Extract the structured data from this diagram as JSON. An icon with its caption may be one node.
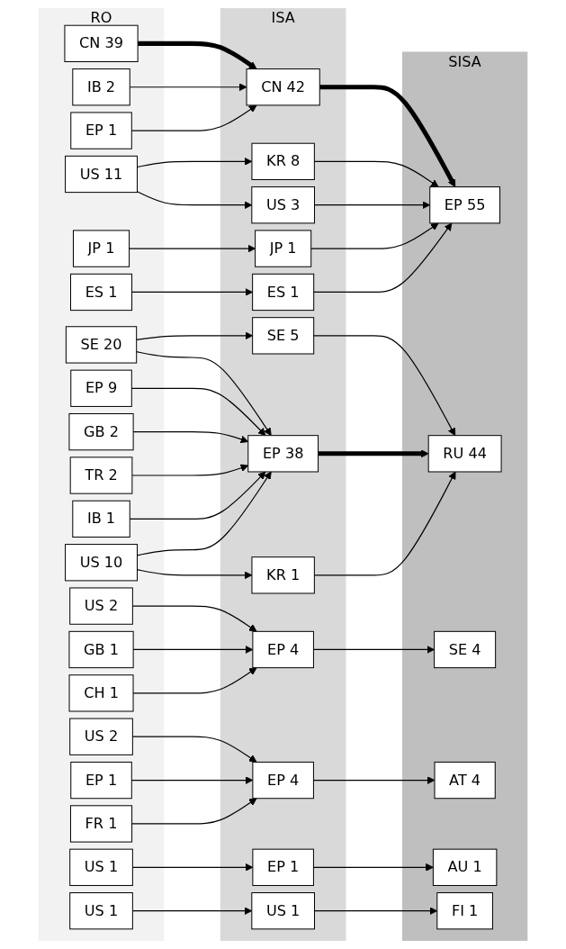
{
  "diagram": {
    "nodes": [
      {
        "text": [
          "RO"
        ]
      },
      {
        "text": [
          "ISA"
        ]
      },
      {
        "text": [
          "SISA"
        ]
      },
      {
        "text": [
          "CN 39"
        ],
        "in": 0
      },
      {
        "text": [
          "IB 2"
        ],
        "in": 0
      },
      {
        "text": [
          "EP 1"
        ],
        "in": 0
      },
      {
        "text": [
          "US 11"
        ],
        "in": 0
      },
      {
        "text": [
          "JP 1"
        ],
        "in": 0
      },
      {
        "text": [
          "ES 1"
        ],
        "in": 0
      },
      {
        "text": [
          "SE 20"
        ],
        "in": 0
      },
      {
        "text": [
          "EP 9"
        ],
        "in": 0
      },
      {
        "text": [
          "GB 2"
        ],
        "in": 0
      },
      {
        "text": [
          "TR 2"
        ],
        "in": 0
      },
      {
        "text": [
          "IB 1"
        ],
        "in": 0
      },
      {
        "text": [
          "US 10"
        ],
        "in": 0
      },
      {
        "text": [
          "US 2"
        ],
        "in": 0
      },
      {
        "text": [
          "GB 1"
        ],
        "in": 0
      },
      {
        "text": [
          "CH 1"
        ],
        "in": 0
      },
      {
        "text": [
          "US 2"
        ],
        "in": 0
      },
      {
        "text": [
          "EP 1"
        ],
        "in": 0
      },
      {
        "text": [
          "FR 1"
        ],
        "in": 0
      },
      {
        "text": [
          "US 1"
        ],
        "in": 0
      },
      {
        "text": [
          "US 1"
        ],
        "in": 0
      },
      {
        "text": [
          "CN 42"
        ],
        "in": 1
      },
      {
        "text": [
          "KR 8"
        ],
        "in": 1
      },
      {
        "text": [
          "US 3"
        ],
        "in": 1
      },
      {
        "text": [
          "JP 1"
        ],
        "in": 1
      },
      {
        "text": [
          "ES 1"
        ],
        "in": 1
      },
      {
        "text": [
          "SE 5"
        ],
        "in": 1
      },
      {
        "text": [
          "EP 38"
        ],
        "in": 1
      },
      {
        "text": [
          "KR 1"
        ],
        "in": 1
      },
      {
        "text": [
          "EP 4"
        ],
        "in": 1
      },
      {
        "text": [
          "EP 4"
        ],
        "in": 1
      },
      {
        "text": [
          "EP 1"
        ],
        "in": 1
      },
      {
        "text": [
          "US 1"
        ],
        "in": 1
      },
      {
        "text": [
          "EP 55"
        ],
        "in": 2
      },
      {
        "text": [
          "RU 44"
        ],
        "in": 2
      },
      {
        "text": [
          "SE 4"
        ],
        "in": 2
      },
      {
        "text": [
          "AT 4"
        ],
        "in": 2
      },
      {
        "text": [
          "AU 1"
        ],
        "in": 2
      },
      {
        "text": [
          "FI 1"
        ],
        "in": 2
      }
    ],
    "edges": [
      {
        "from": 3,
        "to": 23,
        "arrow": "to",
        "style": "thick"
      },
      {
        "from": 4,
        "to": 23,
        "arrow": "to"
      },
      {
        "from": 5,
        "to": 23,
        "arrow": "to"
      },
      {
        "from": 6,
        "to": 24,
        "arrow": "to"
      },
      {
        "from": 6,
        "to": 25,
        "arrow": "to"
      },
      {
        "from": 7,
        "to": 26,
        "arrow": "to"
      },
      {
        "from": 8,
        "to": 27,
        "arrow": "to"
      },
      {
        "from": 23,
        "to": 35,
        "arrow": "to",
        "style": "thick"
      },
      {
        "from": 24,
        "to": 35,
        "arrow": "to"
      },
      {
        "from": 25,
        "to": 35,
        "arrow": "to"
      },
      {
        "from": 26,
        "to": 35,
        "arrow": "to"
      },
      {
        "from": 27,
        "to": 35,
        "arrow": "to"
      },
      {
        "from": 9,
        "to": 28,
        "arrow": "to"
      },
      {
        "from": 9,
        "to": 29,
        "arrow": "to"
      },
      {
        "from": 10,
        "to": 29,
        "arrow": "to"
      },
      {
        "from": 11,
        "to": 29,
        "arrow": "to"
      },
      {
        "from": 12,
        "to": 29,
        "arrow": "to"
      },
      {
        "from": 13,
        "to": 29,
        "arrow": "to"
      },
      {
        "from": 14,
        "to": 29,
        "arrow": "to"
      },
      {
        "from": 14,
        "to": 30,
        "arrow": "to"
      },
      {
        "from": 28,
        "to": 36,
        "arrow": "to"
      },
      {
        "from": 29,
        "to": 36,
        "arrow": "to",
        "style": "thick"
      },
      {
        "from": 30,
        "to": 36,
        "arrow": "to"
      },
      {
        "from": 15,
        "to": 31,
        "arrow": "to"
      },
      {
        "from": 16,
        "to": 31,
        "arrow": "to"
      },
      {
        "from": 17,
        "to": 31,
        "arrow": "to"
      },
      {
        "from": 31,
        "to": 37,
        "arrow": "to"
      },
      {
        "from": 18,
        "to": 32,
        "arrow": "to"
      },
      {
        "from": 19,
        "to": 32,
        "arrow": "to"
      },
      {
        "from": 20,
        "to": 32,
        "arrow": "to"
      },
      {
        "from": 32,
        "to": 38,
        "arrow": "to"
      },
      {
        "from": 21,
        "to": 33,
        "arrow": "to"
      },
      {
        "from": 33,
        "to": 39,
        "arrow": "to"
      },
      {
        "from": 22,
        "to": 34,
        "arrow": "to"
      },
      {
        "from": 34,
        "to": 40,
        "arrow": "to"
      }
    ]
  }
}
